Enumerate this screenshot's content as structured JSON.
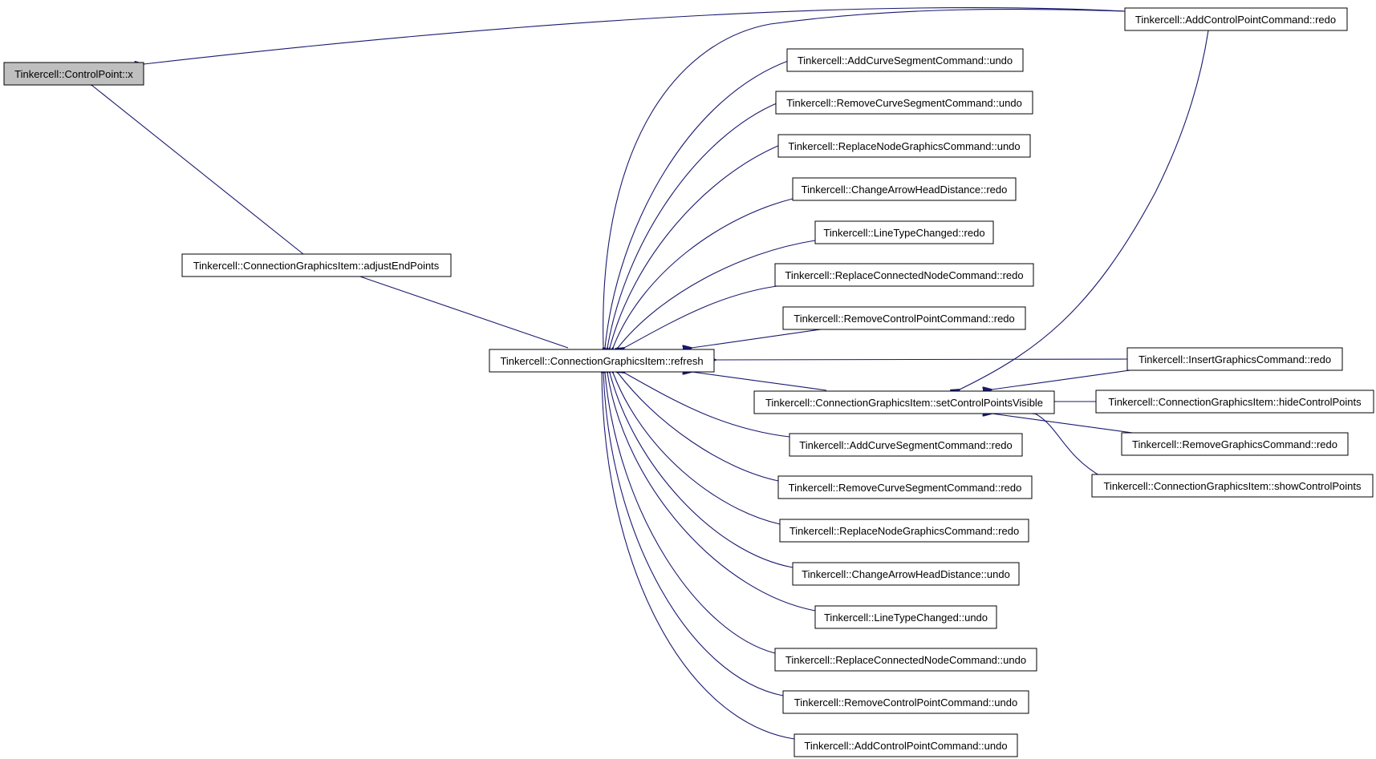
{
  "colors": {
    "edge": "#191970",
    "highlight_fill": "#bfbfbf",
    "node_fill": "#ffffff",
    "border": "#000000"
  },
  "nodes": {
    "controlpoint_x": "Tinkercell::ControlPoint::x",
    "adjust_end_points": "Tinkercell::ConnectionGraphicsItem::adjustEndPoints",
    "refresh": "Tinkercell::ConnectionGraphicsItem::refresh",
    "set_control_points_visible": "Tinkercell::ConnectionGraphicsItem::setControlPointsVisible",
    "add_control_point_redo": "Tinkercell::AddControlPointCommand::redo",
    "add_curve_segment_undo": "Tinkercell::AddCurveSegmentCommand::undo",
    "remove_curve_segment_undo": "Tinkercell::RemoveCurveSegmentCommand::undo",
    "replace_node_graphics_undo": "Tinkercell::ReplaceNodeGraphicsCommand::undo",
    "change_arrow_head_distance_redo": "Tinkercell::ChangeArrowHeadDistance::redo",
    "line_type_changed_redo": "Tinkercell::LineTypeChanged::redo",
    "replace_connected_node_redo": "Tinkercell::ReplaceConnectedNodeCommand::redo",
    "remove_control_point_redo": "Tinkercell::RemoveControlPointCommand::redo",
    "insert_graphics_redo": "Tinkercell::InsertGraphicsCommand::redo",
    "hide_control_points": "Tinkercell::ConnectionGraphicsItem::hideControlPoints",
    "remove_graphics_redo": "Tinkercell::RemoveGraphicsCommand::redo",
    "show_control_points": "Tinkercell::ConnectionGraphicsItem::showControlPoints",
    "add_curve_segment_redo": "Tinkercell::AddCurveSegmentCommand::redo",
    "remove_curve_segment_redo": "Tinkercell::RemoveCurveSegmentCommand::redo",
    "replace_node_graphics_redo": "Tinkercell::ReplaceNodeGraphicsCommand::redo",
    "change_arrow_head_distance_undo": "Tinkercell::ChangeArrowHeadDistance::undo",
    "line_type_changed_undo": "Tinkercell::LineTypeChanged::undo",
    "replace_connected_node_undo": "Tinkercell::ReplaceConnectedNodeCommand::undo",
    "remove_control_point_undo": "Tinkercell::RemoveControlPointCommand::undo",
    "add_control_point_undo": "Tinkercell::AddControlPointCommand::undo"
  }
}
